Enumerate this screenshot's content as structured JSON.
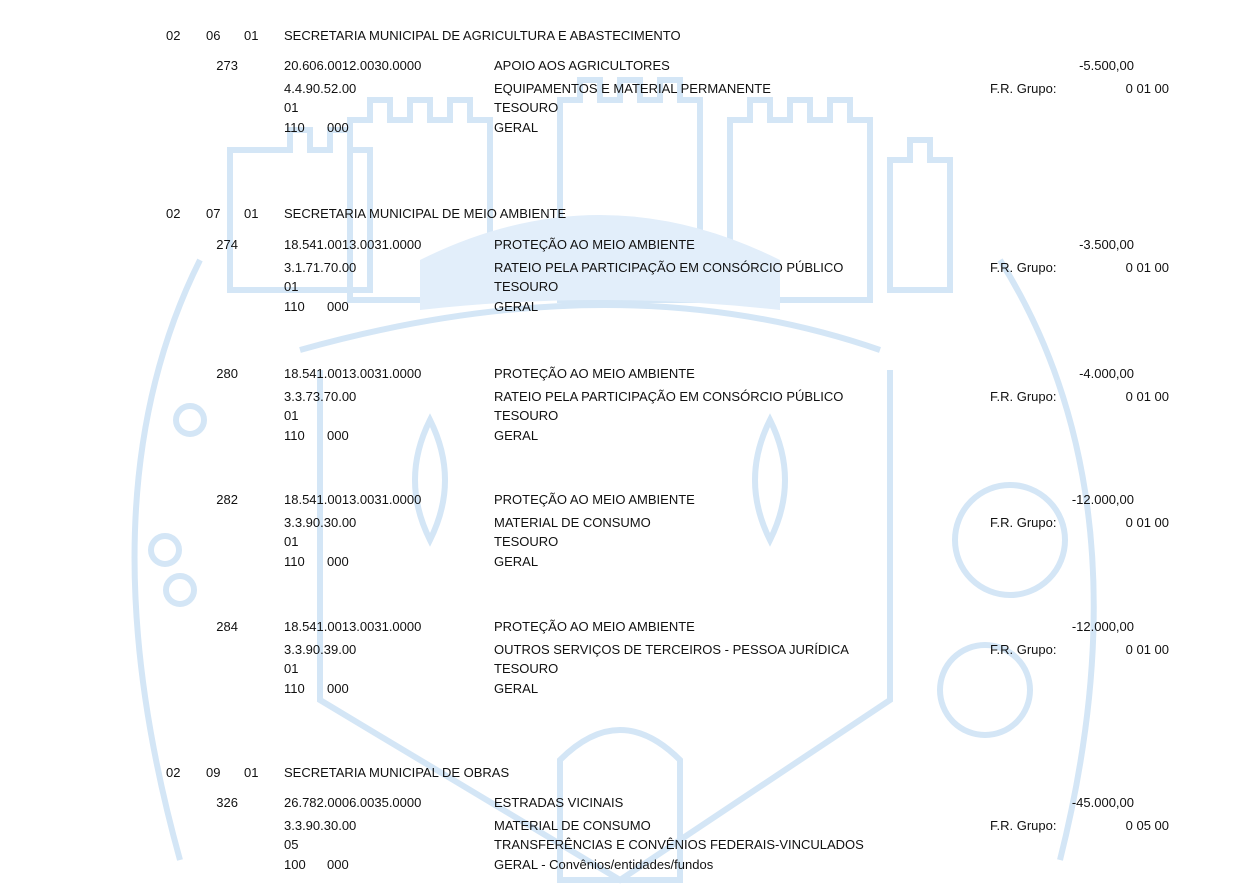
{
  "sections": [
    {
      "codes": [
        "02",
        "06",
        "01"
      ],
      "name": "SECRETARIA MUNICIPAL DE AGRICULTURA E ABASTECIMENTO",
      "entries": [
        {
          "num": "273",
          "program": "20.606.0012.0030.0000",
          "action": "APOIO AOS AGRICULTORES",
          "amount": "-5.500,00",
          "element": "4.4.90.52.00",
          "element_desc": "EQUIPAMENTOS E MATERIAL PERMANENTE",
          "fr_label": "F.R. Grupo:",
          "fr_value": "0 01 00",
          "source": "01",
          "source_desc": "TESOURO",
          "app_a": "110",
          "app_b": "000",
          "app_desc": "GERAL"
        }
      ]
    },
    {
      "codes": [
        "02",
        "07",
        "01"
      ],
      "name": "SECRETARIA MUNICIPAL DE MEIO AMBIENTE",
      "entries": [
        {
          "num": "274",
          "program": "18.541.0013.0031.0000",
          "action": "PROTEÇÃO AO MEIO AMBIENTE",
          "amount": "-3.500,00",
          "element": "3.1.71.70.00",
          "element_desc": "RATEIO PELA PARTICIPAÇÃO EM CONSÓRCIO PÚBLICO",
          "fr_label": "F.R. Grupo:",
          "fr_value": "0 01 00",
          "source": "01",
          "source_desc": "TESOURO",
          "app_a": "110",
          "app_b": "000",
          "app_desc": "GERAL"
        },
        {
          "num": "280",
          "program": "18.541.0013.0031.0000",
          "action": "PROTEÇÃO AO MEIO AMBIENTE",
          "amount": "-4.000,00",
          "element": "3.3.73.70.00",
          "element_desc": "RATEIO PELA PARTICIPAÇÃO EM CONSÓRCIO PÚBLICO",
          "fr_label": "F.R. Grupo:",
          "fr_value": "0 01 00",
          "source": "01",
          "source_desc": "TESOURO",
          "app_a": "110",
          "app_b": "000",
          "app_desc": "GERAL"
        },
        {
          "num": "282",
          "program": "18.541.0013.0031.0000",
          "action": "PROTEÇÃO AO MEIO AMBIENTE",
          "amount": "-12.000,00",
          "element": "3.3.90.30.00",
          "element_desc": "MATERIAL DE CONSUMO",
          "fr_label": "F.R. Grupo:",
          "fr_value": "0 01 00",
          "source": "01",
          "source_desc": "TESOURO",
          "app_a": "110",
          "app_b": "000",
          "app_desc": "GERAL"
        },
        {
          "num": "284",
          "program": "18.541.0013.0031.0000",
          "action": "PROTEÇÃO AO MEIO AMBIENTE",
          "amount": "-12.000,00",
          "element": "3.3.90.39.00",
          "element_desc": "OUTROS SERVIÇOS DE TERCEIROS - PESSOA JURÍDICA",
          "fr_label": "F.R. Grupo:",
          "fr_value": "0 01 00",
          "source": "01",
          "source_desc": "TESOURO",
          "app_a": "110",
          "app_b": "000",
          "app_desc": "GERAL"
        }
      ]
    },
    {
      "codes": [
        "02",
        "09",
        "01"
      ],
      "name": "SECRETARIA MUNICIPAL DE OBRAS",
      "entries": [
        {
          "num": "326",
          "program": "26.782.0006.0035.0000",
          "action": "ESTRADAS VICINAIS",
          "amount": "-45.000,00",
          "element": "3.3.90.30.00",
          "element_desc": "MATERIAL DE CONSUMO",
          "fr_label": "F.R. Grupo:",
          "fr_value": "0 05 00",
          "source": "05",
          "source_desc": "TRANSFERÊNCIAS E CONVÊNIOS FEDERAIS-VINCULADOS",
          "app_a": "100",
          "app_b": "000",
          "app_desc": "GERAL - Convênios/entidades/fundos"
        }
      ]
    }
  ]
}
